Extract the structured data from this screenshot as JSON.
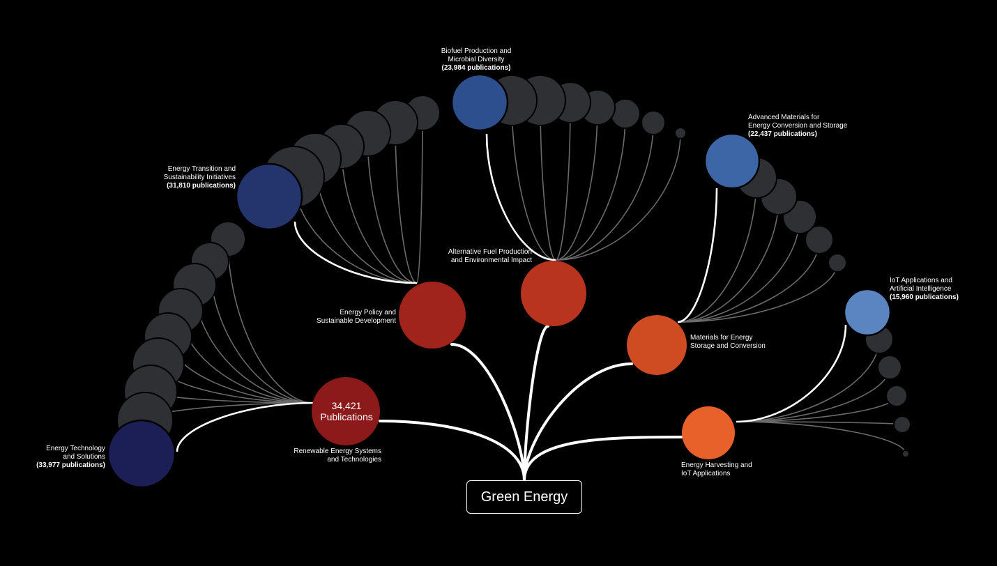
{
  "root": {
    "label": "Green Energy"
  },
  "center_count": {
    "value": "34,421",
    "unit": "Publications"
  },
  "topics": [
    {
      "id": "renewable",
      "label_lines": [
        "Renewable Energy Systems",
        "and Technologies"
      ],
      "color": "#8c1a1a"
    },
    {
      "id": "policy",
      "label_lines": [
        "Energy Policy and",
        "Sustainable Development"
      ],
      "color": "#a0241c"
    },
    {
      "id": "altfuel",
      "label_lines": [
        "Alternative Fuel Production",
        "and Environmental Impact"
      ],
      "color": "#b9341e"
    },
    {
      "id": "materials",
      "label_lines": [
        "Materials for Energy",
        "Storage and Conversion"
      ],
      "color": "#cf4b22"
    },
    {
      "id": "harvest",
      "label_lines": [
        "Energy Harvesting and",
        "IoT Applications"
      ],
      "color": "#e8612a"
    }
  ],
  "subtopics": [
    {
      "id": "tech",
      "label_lines": [
        "Energy Technology",
        "and Solutions"
      ],
      "count": "(33,977 publications)",
      "color": "#1c1f55"
    },
    {
      "id": "transition",
      "label_lines": [
        "Energy Transition and",
        "Sustainability Initiatives"
      ],
      "count": "(31,810 publications)",
      "color": "#24356e"
    },
    {
      "id": "biofuel",
      "label_lines": [
        "Biofuel Production and",
        "Microbial Diversity"
      ],
      "count": "(23,984 publications)",
      "color": "#2e4f8e"
    },
    {
      "id": "advmat",
      "label_lines": [
        "Advanced Materials for",
        "Energy Conversion and Storage"
      ],
      "count": "(22,437 publications)",
      "color": "#3d66a6"
    },
    {
      "id": "iot",
      "label_lines": [
        "IoT Applications and",
        "Artificial Intelligence"
      ],
      "count": "(15,960 publications)",
      "color": "#5a85c0"
    }
  ],
  "colors": {
    "background": "#000000",
    "minor_node": "#2f3033",
    "minor_link": "#6a6a6a",
    "main_link": "#ffffff"
  }
}
